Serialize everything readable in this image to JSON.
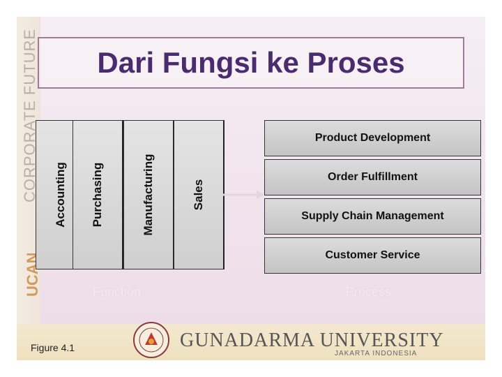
{
  "slide": {
    "title": "Dari Fungsi ke Proses",
    "side_text": "CORPORATE FUTURE",
    "side_logo": "UCAN",
    "figure_label": "Figure 4.1"
  },
  "functions": [
    {
      "label": "Accounting"
    },
    {
      "label": "Purchasing"
    },
    {
      "label": "Manufacturing"
    },
    {
      "label": "Sales"
    }
  ],
  "processes": [
    {
      "label": "Product Development"
    },
    {
      "label": "Order Fulfillment"
    },
    {
      "label": "Supply Chain Management"
    },
    {
      "label": "Customer Service"
    }
  ],
  "captions": {
    "function": "Function",
    "process": "Process"
  },
  "footer": {
    "university": "GUNADARMA UNIVERSITY",
    "subtitle": "JAKARTA INDONESIA"
  },
  "colors": {
    "title": "#4a2c6e",
    "box_fill": "#d4d4d4",
    "footer_bg": "#f1e4c7"
  }
}
